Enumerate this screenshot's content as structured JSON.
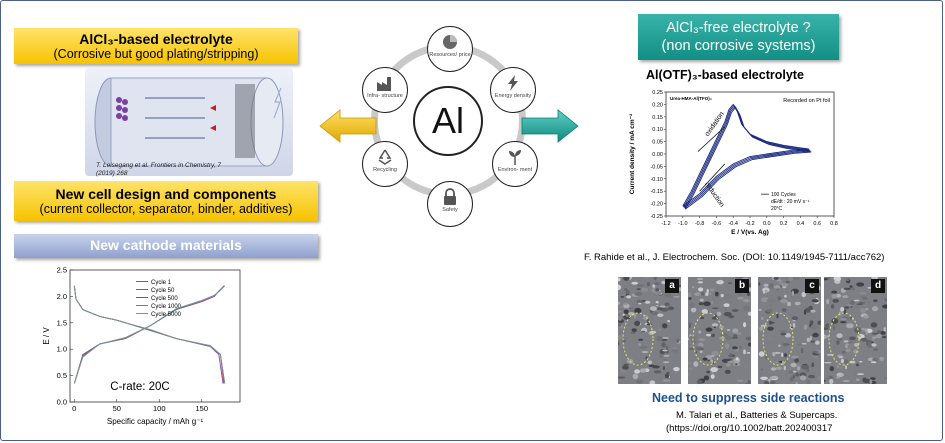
{
  "left": {
    "banner1": {
      "title": "AlCl₃-based electrolyte",
      "subtitle": "(Corrosive but good plating/stripping)"
    },
    "citation1_line1": "T. Leisegang et al. Frontiers in Chemistry, 7",
    "citation1_line2": "(2019) 268",
    "banner2": {
      "title": "New cell design and components",
      "subtitle": "(current collector, separator, binder, additives)"
    },
    "banner3": {
      "title": "New cathode materials"
    }
  },
  "center": {
    "hub": "Al",
    "nodes": [
      {
        "label": "Resources/ price",
        "icon": "pie-chart-icon"
      },
      {
        "label": "Energy density",
        "icon": "lightning-icon"
      },
      {
        "label": "Environ- ment",
        "icon": "plant-icon"
      },
      {
        "label": "Safety",
        "icon": "lock-icon"
      },
      {
        "label": "Recycling",
        "icon": "recycle-icon"
      },
      {
        "label": "Infra- structure",
        "icon": "factory-icon"
      }
    ],
    "arrow_left_color": "#f2b705",
    "arrow_right_color": "#1ba89c"
  },
  "right": {
    "banner_line1": "AlCl₃-free electrolyte ?",
    "banner_line2": "(non corrosive systems)",
    "cv_title": "Al(OTF)₃-based electrolyte",
    "cv_citation": "F. Rahide et al., J. Electrochem. Soc. (DOI: 10.1149/1945-7111/acc762)",
    "photo_letters": [
      "a",
      "b",
      "c",
      "d"
    ],
    "suppress_text": "Need to suppress side reactions",
    "citation2_line1": "M. Talari et al., Batteries & Supercaps.",
    "citation2_line2": "(https://doi.org/10.1002/batt.202400317"
  },
  "cv_chart": {
    "chart_data": {
      "type": "line",
      "title": "",
      "xlabel": "E / V(vs. Ag)",
      "ylabel": "Current density / mA cm⁻²",
      "xlim": [
        -1.2,
        0.8
      ],
      "ylim": [
        -0.25,
        0.25
      ],
      "xticks": [
        "-1.2",
        "-1.0",
        "-0.8",
        "-0.6",
        "-0.4",
        "-0.2",
        "0.0",
        "0.2",
        "0.4",
        "0.6",
        "0.8"
      ],
      "yticks": [
        "0.25",
        "0.20",
        "0.15",
        "0.10",
        "0.05",
        "0.00",
        "-0.05",
        "-0.10",
        "-0.15",
        "-0.20",
        "-0.25"
      ],
      "inset_label": "Urea-HMA-Al(TFO)₃",
      "annotation": "Recorded on Pt foil",
      "oxidation_label": "oxidation",
      "reduction_label": "reduction",
      "legend": [
        "100 Cycles",
        "dE/dt : 20 mV s⁻¹",
        "20°C"
      ],
      "series": [
        {
          "name": "100 Cycles",
          "x": [
            -1.0,
            -0.9,
            -0.8,
            -0.7,
            -0.6,
            -0.5,
            -0.45,
            -0.4,
            -0.35,
            -0.3,
            -0.2,
            0.0,
            0.2,
            0.4,
            0.5,
            0.3,
            0.0,
            -0.2,
            -0.4,
            -0.6,
            -0.8,
            -1.0
          ],
          "y": [
            -0.21,
            -0.15,
            -0.08,
            -0.01,
            0.06,
            0.13,
            0.18,
            0.2,
            0.17,
            0.12,
            0.08,
            0.05,
            0.035,
            0.025,
            0.02,
            0.015,
            0.0,
            -0.01,
            -0.04,
            -0.09,
            -0.16,
            -0.21
          ]
        }
      ],
      "color": "#1b2a80"
    }
  },
  "capacity_chart": {
    "chart_data": {
      "type": "line",
      "title": "",
      "xlabel": "Specific capacity / mAh g⁻¹",
      "ylabel": "E / V",
      "xlim": [
        -5,
        195
      ],
      "ylim": [
        0.0,
        2.5
      ],
      "xticks": [
        "0",
        "50",
        "100",
        "150"
      ],
      "yticks": [
        "2.5",
        "2.0",
        "1.5",
        "1.0",
        "0.5",
        "0.0"
      ],
      "annotation": "C-rate: 20C",
      "series": [
        {
          "name": "Cycle 1",
          "color": "#8b4aa8",
          "charge": {
            "x": [
              0,
              10,
              30,
              60,
              90,
              120,
              150,
              165,
              170,
              175
            ],
            "y": [
              0.35,
              0.9,
              1.1,
              1.2,
              1.45,
              1.75,
              1.9,
              2.0,
              2.1,
              2.18
            ]
          },
          "discharge": {
            "x": [
              0,
              2,
              10,
              30,
              50,
              60,
              90,
              120,
              160,
              170,
              175
            ],
            "y": [
              2.18,
              1.95,
              1.75,
              1.62,
              1.55,
              1.5,
              1.35,
              1.2,
              1.05,
              0.9,
              0.35
            ]
          }
        },
        {
          "name": "Cycle 50",
          "color": "#d43a3a",
          "charge": {
            "x": [
              0,
              10,
              30,
              60,
              90,
              120,
              150,
              165,
              172,
              176
            ],
            "y": [
              0.35,
              0.88,
              1.1,
              1.2,
              1.45,
              1.76,
              1.92,
              2.02,
              2.12,
              2.2
            ]
          },
          "discharge": {
            "x": [
              0,
              2,
              10,
              30,
              50,
              60,
              90,
              120,
              160,
              172,
              176
            ],
            "y": [
              2.2,
              1.95,
              1.75,
              1.62,
              1.55,
              1.5,
              1.36,
              1.2,
              1.06,
              0.9,
              0.35
            ]
          }
        },
        {
          "name": "Cycle 500",
          "color": "#2a6fc9",
          "charge": {
            "x": [
              0,
              10,
              30,
              60,
              90,
              120,
              150,
              165,
              172,
              177
            ],
            "y": [
              0.35,
              0.87,
              1.1,
              1.21,
              1.45,
              1.76,
              1.92,
              2.02,
              2.12,
              2.2
            ]
          },
          "discharge": {
            "x": [
              0,
              2,
              10,
              30,
              50,
              60,
              90,
              120,
              160,
              172,
              177
            ],
            "y": [
              2.2,
              1.95,
              1.75,
              1.62,
              1.55,
              1.5,
              1.36,
              1.2,
              1.06,
              0.9,
              0.35
            ]
          }
        },
        {
          "name": "Cycle 1000",
          "color": "#1fa58c",
          "charge": {
            "x": [
              0,
              10,
              30,
              60,
              90,
              120,
              150,
              165,
              172,
              177
            ],
            "y": [
              0.35,
              0.86,
              1.1,
              1.21,
              1.45,
              1.76,
              1.92,
              2.02,
              2.12,
              2.2
            ]
          },
          "discharge": {
            "x": [
              0,
              2,
              10,
              30,
              50,
              60,
              90,
              120,
              160,
              172,
              177
            ],
            "y": [
              2.2,
              1.95,
              1.75,
              1.62,
              1.55,
              1.5,
              1.36,
              1.2,
              1.06,
              0.9,
              0.35
            ]
          }
        },
        {
          "name": "Cycle 5000",
          "color": "#8c8c8c",
          "charge": {
            "x": [
              0,
              10,
              30,
              60,
              90,
              120,
              150,
              165,
              172,
              177
            ],
            "y": [
              0.35,
              0.85,
              1.1,
              1.22,
              1.45,
              1.77,
              1.92,
              2.02,
              2.12,
              2.2
            ]
          },
          "discharge": {
            "x": [
              0,
              2,
              10,
              30,
              50,
              60,
              90,
              120,
              160,
              172,
              177
            ],
            "y": [
              2.2,
              1.95,
              1.75,
              1.62,
              1.55,
              1.5,
              1.37,
              1.2,
              1.07,
              0.9,
              0.35
            ]
          }
        }
      ]
    }
  }
}
